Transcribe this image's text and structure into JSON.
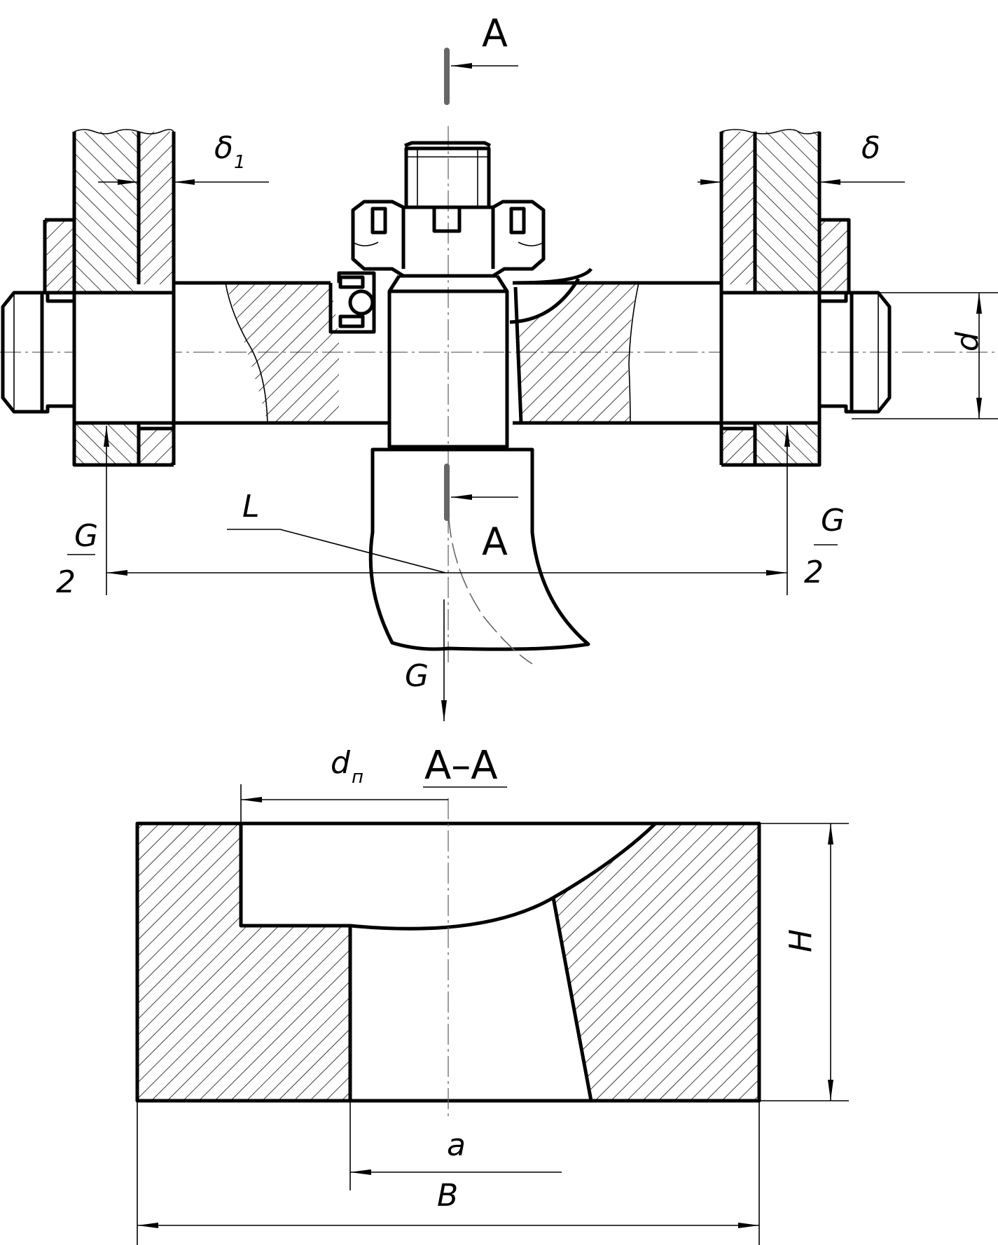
{
  "labels": {
    "section_top": "A",
    "section_bottom": "A",
    "section_title": "A–A",
    "delta1": "δ",
    "delta1_sub": "1",
    "delta": "δ",
    "d": "d",
    "L": "L",
    "G_left_num": "G",
    "G_left_den": "2",
    "G_right_num": "G",
    "G_right_den": "2",
    "G": "G",
    "dn": "d",
    "dn_sub": "п",
    "H": "H",
    "a": "a",
    "B": "B"
  },
  "colors": {
    "line": "#000000",
    "centerline": "#666666",
    "hatch": "#000000",
    "background": "#ffffff"
  }
}
